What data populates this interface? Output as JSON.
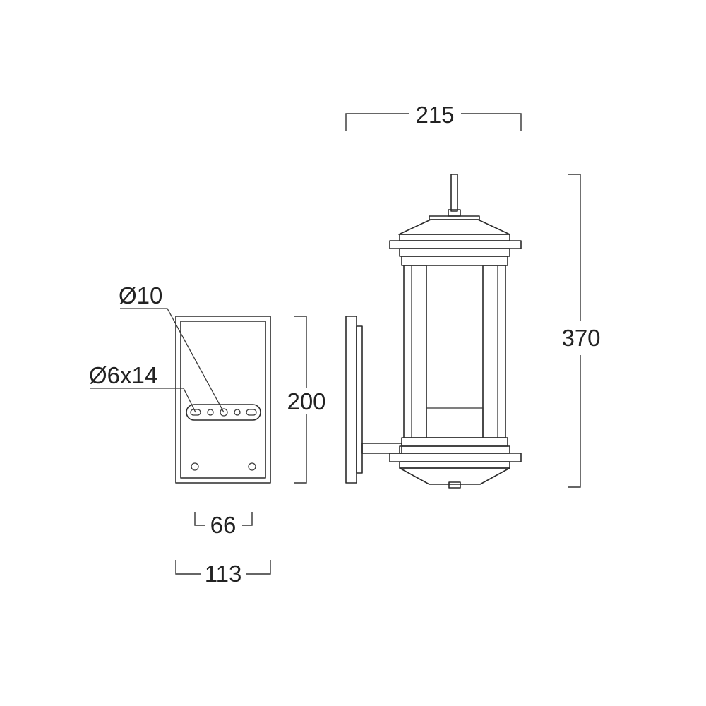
{
  "dimensions": {
    "width_total": "215",
    "height_total": "370",
    "plate_height": "200",
    "plate_width": "113",
    "hole_spacing": "66"
  },
  "callouts": {
    "center_hole": "Ø10",
    "slot": "Ø6x14"
  },
  "colors": {
    "line": "#2b2b2b",
    "background": "#ffffff"
  }
}
